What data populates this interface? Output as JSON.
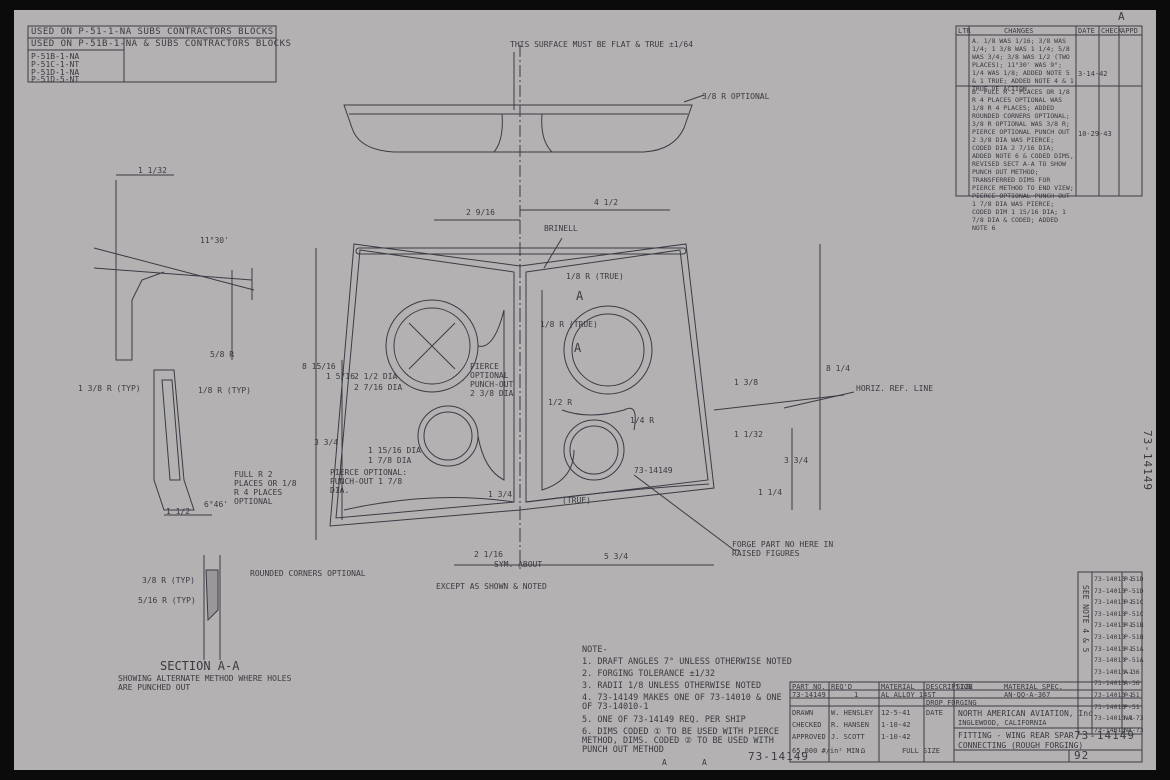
{
  "header": {
    "used_on_1": "USED ON P-51-1-NA SUBS CONTRACTORS BLOCKS",
    "used_on_2": "USED ON P-51B-1-NA & SUBS CONTRACTORS BLOCKS",
    "used_on_list": [
      "P-51B-1-NA",
      "P-51C-1-NT",
      "P-51D-1-NA",
      "P-51D-5-NT"
    ],
    "corner_letter": "A"
  },
  "drawing_labels": {
    "flat_true": "THIS SURFACE MUST BE FLAT & TRUE ±1/64",
    "r_optional": "3/8 R OPTIONAL",
    "brinell": "BRINELL",
    "horiz_ref": "HORIZ. REF. LINE",
    "pierce_upper": "PIERCE OPTIONAL PUNCH-OUT 2 3/8 DIA",
    "dia_upper_1": "2 1/2 DIA",
    "dia_upper_2": "2 7/16 DIA",
    "pierce_lower": "PIERCE OPTIONAL: PUNCH-OUT 1 7/8 DIA.",
    "dia_lower_1": "1 15/16 DIA",
    "dia_lower_2": "1 7/8 DIA",
    "part_ref": "73-14149",
    "forge_part": "FORGE PART NO HERE IN RAISED FIGURES",
    "sym_about": "SYM. ABOUT",
    "except": "EXCEPT AS SHOWN & NOTED",
    "rounded": "ROUNDED CORNERS OPTIONAL",
    "full_r": "FULL R 2 PLACES OR 1/8 R 4 PLACES OPTIONAL",
    "typ_1": "1 3/8 R (TYP)",
    "typ_2": "1/8 R (TYP)",
    "typ_3": "3/8 R (TYP)",
    "typ_4": "5/16 R (TYP)",
    "angle": "6°46'",
    "angle2": "11°30'",
    "true_1": "1/8 R (TRUE)",
    "true_2": "1/8 R (TRUE)",
    "true_3": "(TRUE)",
    "section_a": "A",
    "section_a2": "A",
    "section_title": "SECTION A-A",
    "section_sub": "SHOWING ALTERNATE METHOD WHERE HOLES ARE PUNCHED OUT",
    "dim_2_9_16": "2 9/16",
    "dim_4_1_2": "4 1/2",
    "dim_8_1_4": "8 1/4",
    "dim_3_3_4": "3 3/4",
    "dim_2_1_16": "2 1/16",
    "dim_5_3_4": "5 3/4",
    "dim_1_1_2": "1 1/2",
    "dim_8_15_16": "8 15/16",
    "dim_1_5_16": "1 5/16",
    "dim_3_3_4_left": "3 3/4",
    "dim_1_3_4": "1 3/4",
    "dim_1_1_32": "1 1/32",
    "dim_1_3_8": "1 3/8",
    "dim_1_1_4": "1 1/4",
    "dim_top_1": "1 1/32",
    "dim_r1": "1/2 R",
    "dim_r2": "1/4 R",
    "dim_r3": "5/8 R"
  },
  "notes": {
    "title": "NOTE-",
    "items": [
      "1. DRAFT ANGLES 7° UNLESS OTHERWISE NOTED",
      "2. FORGING TOLERANCE ±1/32",
      "3. RADII 1/8 UNLESS OTHERWISE NOTED",
      "4. 73-14149 MAKES ONE OF 73-14010 & ONE OF 73-14010-1",
      "5. ONE OF 73-14149 REQ. PER SHIP",
      "6. DIMS CODED ① TO BE USED WITH PIERCE METHOD, DIMS. CODED ② TO BE USED WITH PUNCH OUT METHOD"
    ]
  },
  "revisions": {
    "headers": [
      "LTR",
      "CHANGES",
      "DATE",
      "CHECK",
      "APPD"
    ],
    "a_text": "A. 1/8 WAS 1/16; 3/8 WAS 1/4; 1 3/8 WAS 1 1/4; 5/8 WAS 3/4; 3/8 WAS 1/2 (TWO PLACES); 11°30' WAS 9°; 1/4 WAS 1/8; ADDED NOTE 5 & 1 TRUE; ADDED NOTE 4 & 1 TRUE VE ACTION",
    "a_date": "3-14-42",
    "b_text": "B. FULL R 2 PLACES OR 1/8 R 4 PLACES OPTIONAL WAS 1/8 R 4 PLACES; ADDED ROUNDED CORNERS OPTIONAL; 3/8 R OPTIONAL WAS 3/8 R; PIERCE OPTIONAL PUNCH OUT 2 3/8 DIA WAS PIERCE; CODED DIA 2 7/16 DIA; ADDED NOTE 6 & CODED DIMS, REVISED SECT A-A TO SHOW PUNCH OUT METHOD; TRANSFERRED DIMS FOR PIERCE METHOD TO END VIEW; PIERCE OPTIONAL PUNCH OUT 1 7/8 DIA WAS PIERCE; CODED DIM 1 15/16 DIA; 1 7/8 DIA & CODED; ADDED NOTE 6",
    "b_date": "10-29-43"
  },
  "dash_table": {
    "side_label": "SEE NOTE 4 & 5",
    "rows": [
      [
        "73-14010-1",
        "P-51D"
      ],
      [
        "73-14010",
        "P-51D"
      ],
      [
        "73-14010-1",
        "P-51C"
      ],
      [
        "73-14010",
        "P-51C"
      ],
      [
        "73-14010-1",
        "P-51B"
      ],
      [
        "73-14010",
        "P-51B"
      ],
      [
        "73-14010-1",
        "P-51A"
      ],
      [
        "73-14010",
        "P-51A"
      ],
      [
        "73-14010-1",
        "A-36"
      ],
      [
        "73-14010",
        "A-36"
      ],
      [
        "73-14010-1",
        "P-51"
      ],
      [
        "73-14010",
        "P-51"
      ],
      [
        "73-14010-1",
        "NA-73"
      ],
      [
        "73-14010",
        "NA-73"
      ]
    ]
  },
  "title_block": {
    "part_no": "73-14149",
    "qty": "1",
    "material": "AL ALLOY 14ST",
    "item": "DROP FORGING",
    "spec": "AN-QQ-A-367",
    "company": "NORTH AMERICAN AVIATION, Inc.",
    "city": "INGLEWOOD, CALIFORNIA",
    "title_1": "FITTING - WING REAR SPAR",
    "title_2": "CONNECTING (ROUGH FORGING)",
    "scale": "FULL SIZE",
    "size": "G",
    "strength": "65,000 #/in² MIN.",
    "dwg_no": "73-14149",
    "sheet": "92",
    "labels": [
      "PART NO.",
      "REQ'D",
      "MATERIAL",
      "DESCRIPTION",
      "SIZE",
      "MATERIAL SPEC.",
      "DRAWN",
      "CHECKED",
      "APPROVED",
      "DATE"
    ],
    "names": [
      "W. HENSLEY",
      "R. HANSEN",
      "J. SCOTT"
    ],
    "dates": [
      "12-5-41",
      "1-10-42",
      "1-10-42"
    ]
  },
  "margin": {
    "right_num": "73-14149",
    "bottom_num": "73-14149",
    "bottom_marks": [
      "A",
      "A"
    ]
  }
}
